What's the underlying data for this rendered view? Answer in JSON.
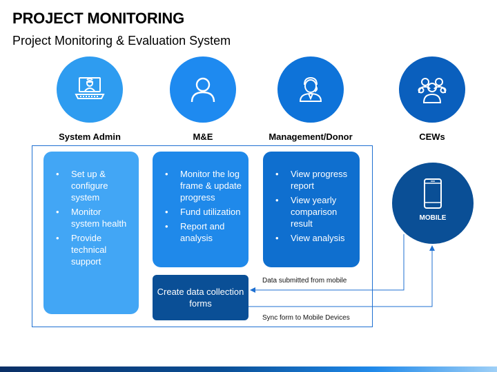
{
  "header": {
    "title": "PROJECT MONITORING",
    "subtitle": "Project Monitoring & Evaluation System"
  },
  "roles": [
    {
      "label": "System Admin",
      "icon": "system-admin-icon"
    },
    {
      "label": "M&E",
      "icon": "user-icon"
    },
    {
      "label": "Management/Donor",
      "icon": "manager-icon"
    },
    {
      "label": "CEWs",
      "icon": "group-icon"
    }
  ],
  "cards": {
    "admin": {
      "items": [
        "Set up & configure system",
        " Monitor system health",
        " Provide technical support"
      ]
    },
    "me": {
      "items": [
        "Monitor the log frame & update progress",
        " Fund utilization",
        "Report and analysis"
      ]
    },
    "donor": {
      "items": [
        "View progress report",
        "View yearly comparison result",
        "View analysis"
      ]
    }
  },
  "form_box": {
    "label": "Create data collection forms"
  },
  "mobile": {
    "label": "MOBILE",
    "icon": "mobile-phone-icon"
  },
  "notes": {
    "submitted": "Data submitted from mobile",
    "sync": "Sync form to Mobile Devices"
  },
  "colors": {
    "circle_1": "#2e9cf0",
    "circle_2": "#1e8af0",
    "circle_3": "#0e73d9",
    "circle_4": "#0a5fbd",
    "card_admin": "#42a6f5",
    "card_me": "#1f89ea",
    "card_donor": "#0f6fcf",
    "dark_blue": "#0a4f96"
  }
}
